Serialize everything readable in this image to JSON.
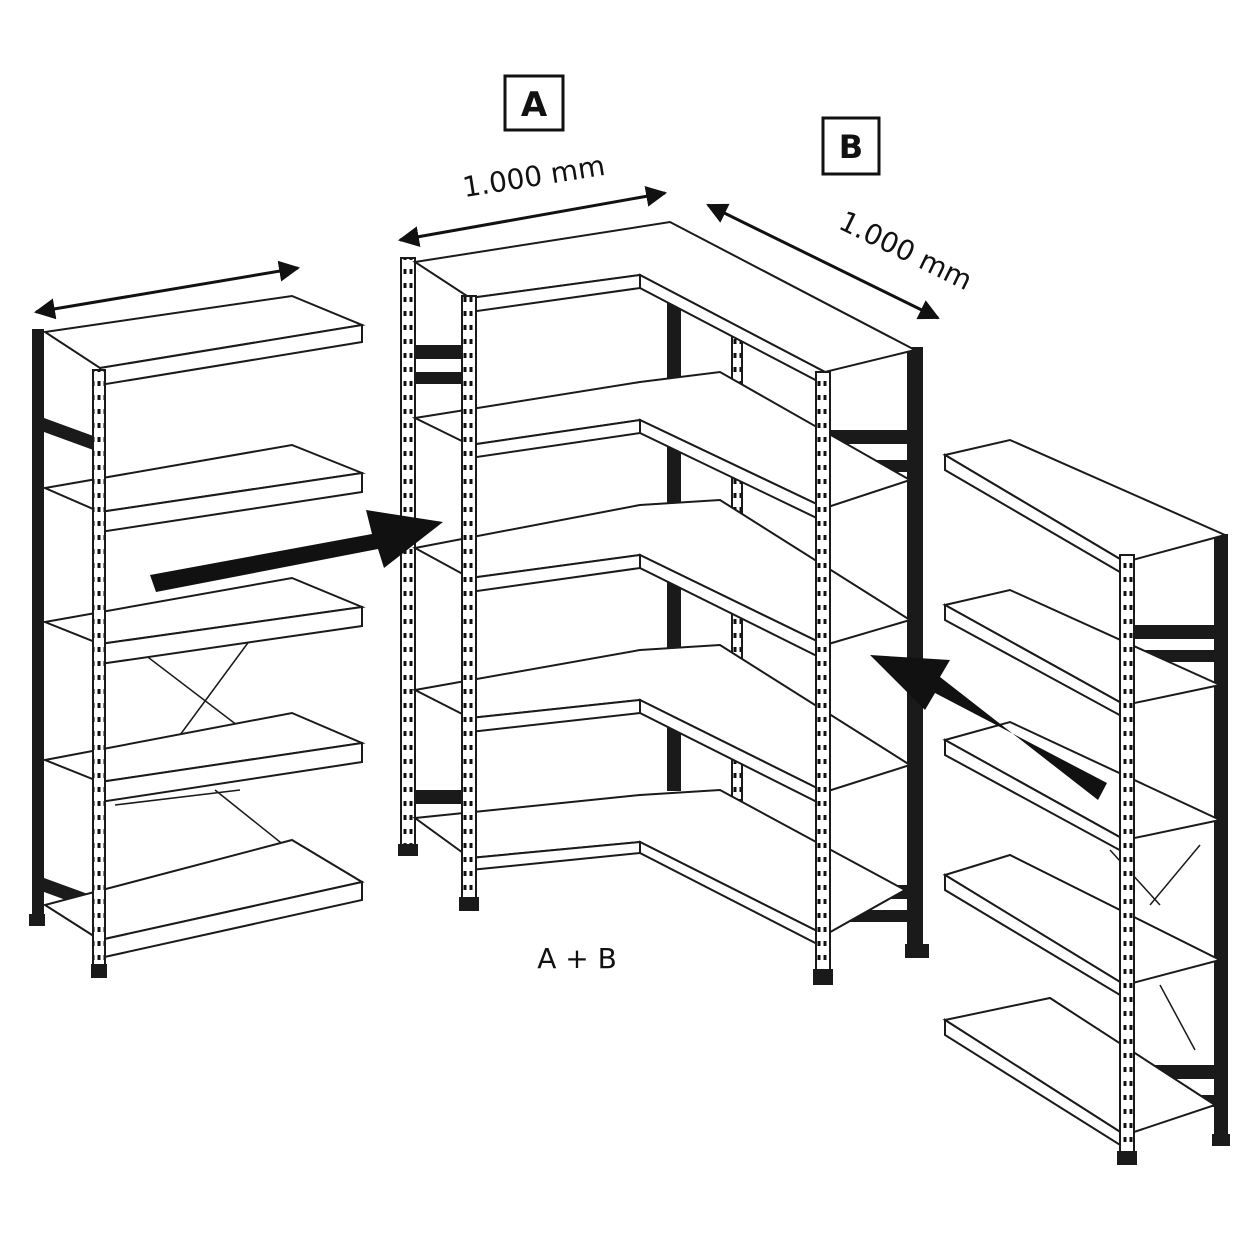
{
  "labels": {
    "box_a": "A",
    "box_b": "B",
    "dimension_a": "1.000 mm",
    "dimension_b": "1.000 mm",
    "combined": "A + B"
  },
  "colors": {
    "line": "#1a1a1a",
    "shelf_fill": "#ffffff",
    "upright": "#1a1a1a",
    "arrow": "#111111"
  }
}
